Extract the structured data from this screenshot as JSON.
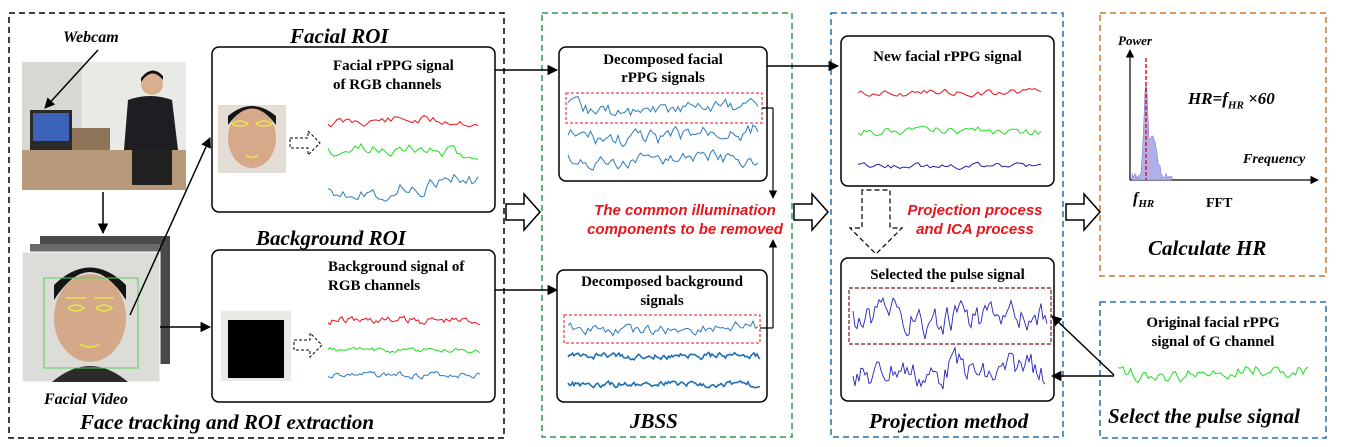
{
  "panels": {
    "face_tracking": {
      "title": "Face tracking and ROI extraction",
      "webcam_label": "Webcam",
      "facial_video_label": "Facial Video",
      "facial_roi_label": "Facial ROI",
      "background_roi_label": "Background ROI",
      "facial_signal_text": [
        "Facial rPPG signal",
        "of RGB channels"
      ],
      "background_signal_text": [
        "Background signal of",
        "RGB channels"
      ]
    },
    "jbss": {
      "title": "JBSS",
      "facial_box_text": [
        "Decomposed facial",
        "rPPG signals"
      ],
      "background_box_text": [
        "Decomposed background",
        "signals"
      ],
      "illumination_note": [
        "The common illumination",
        "components to be removed"
      ]
    },
    "projection": {
      "title": "Projection method",
      "new_signal_text": "New facial rPPG signal",
      "selected_text": "Selected the pulse signal",
      "process_note": [
        "Projection process",
        "and ICA process"
      ]
    },
    "hr": {
      "title": "Calculate HR",
      "power_label": "Power",
      "frequency_label": "Frequency",
      "formula_prefix": "HR=f",
      "formula_sub": "HR",
      "formula_suffix": " ×60",
      "fhr_main": "f",
      "fhr_sub": "HR",
      "fft_label": "FFT"
    },
    "select": {
      "title": "Select the pulse signal",
      "original_text": [
        "Original facial rPPG",
        "signal of G channel"
      ]
    }
  },
  "colors": {
    "red_signal": "#e8141c",
    "green_signal": "#22dd22",
    "blue_signal": "#2b7bbf",
    "navy_signal": "#1e1ea8",
    "panel_black": "#000000",
    "panel_green": "#2e9a4a",
    "panel_blue": "#2a6fa8",
    "panel_orange": "#c87832",
    "note_red": "#e8141c"
  }
}
